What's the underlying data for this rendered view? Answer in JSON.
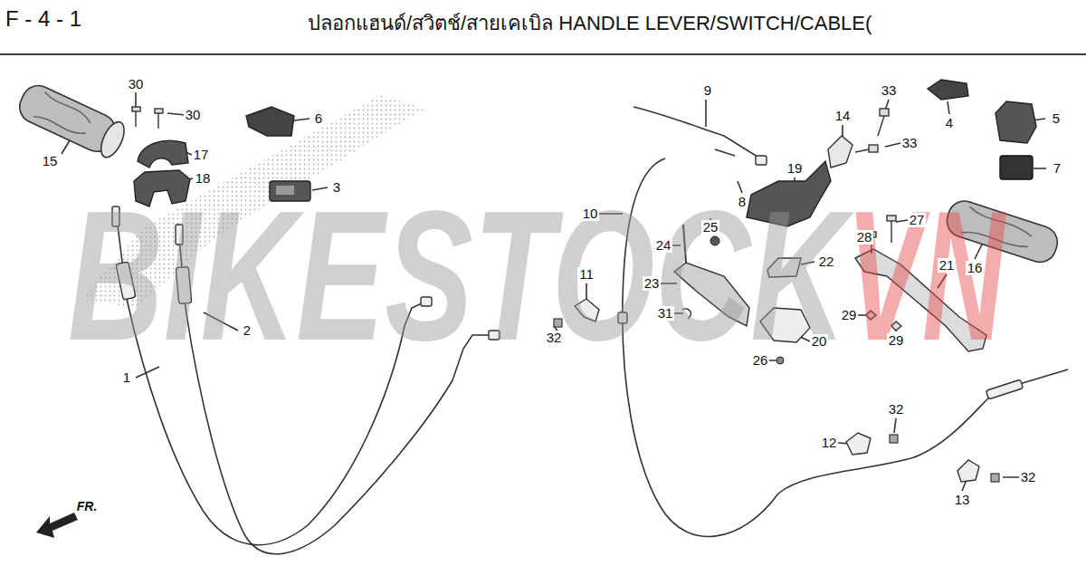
{
  "diagram": {
    "title": "ปลอกแฮนด์/สวิตช์/สายเคเบิล HANDLE LEVER/SWITCH/CABLE(",
    "labels": [
      "F - 4 - 1",
      "BIKESTOCK",
      "VN",
      "30",
      "30",
      "15",
      "17",
      "6",
      "18",
      "3",
      "2",
      "1",
      "9",
      "33",
      "14",
      "33",
      "4",
      "5",
      "7",
      "19",
      "8",
      "10",
      "25",
      "24",
      "27",
      "28",
      "22",
      "16",
      "11",
      "23",
      "21",
      "31",
      "29",
      "29",
      "32",
      "20",
      "26",
      "32",
      "12",
      "32",
      "13",
      "FR."
    ]
  }
}
